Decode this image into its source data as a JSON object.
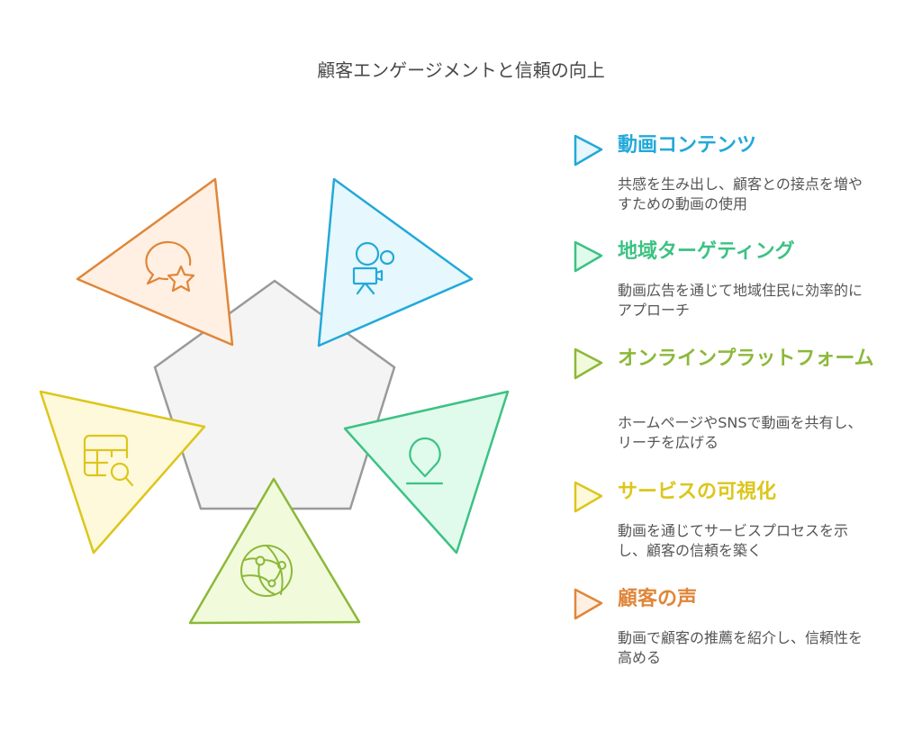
{
  "title": "顧客エンゲージメントと信頼の向上",
  "items": [
    {
      "title": "動画コンテンツ",
      "desc": "共感を生み出し、顧客との接点を増やすための動画の使用",
      "color": "#22a9d8",
      "fill": "#e6f7fd",
      "icon": "video-camera-icon"
    },
    {
      "title": "地域ターゲティング",
      "desc": "動画広告を通じて地域住民に効率的にアプローチ",
      "color": "#3cc283",
      "fill": "#e0fbec",
      "icon": "map-pin-icon"
    },
    {
      "title": "オンラインプラットフォーム",
      "desc": "ホームページやSNSで動画を共有し、リーチを広げる",
      "color": "#8cb83a",
      "fill": "#f1fbdb",
      "icon": "globe-network-icon"
    },
    {
      "title": "サービスの可視化",
      "desc": "動画を通じてサービスプロセスを示し、顧客の信頼を築く",
      "color": "#dcc61c",
      "fill": "#fff9db",
      "icon": "table-search-icon"
    },
    {
      "title": "顧客の声",
      "desc": "動画で顧客の推薦を紹介し、信頼性を高める",
      "color": "#e0863a",
      "fill": "#fff0e3",
      "icon": "chat-star-icon"
    }
  ]
}
